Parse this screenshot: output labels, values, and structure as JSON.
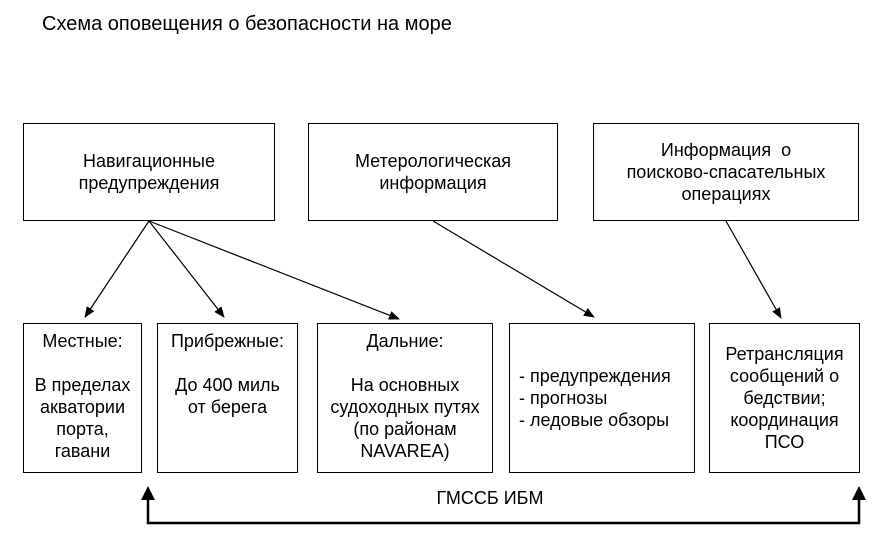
{
  "title": "Схема оповещения о безопасности на море",
  "diagram": {
    "top_boxes": [
      {
        "id": "navigation-warnings",
        "text": "Навигационные\nпредупреждения"
      },
      {
        "id": "meteo-information",
        "text": "Метерологическая\nинформация"
      },
      {
        "id": "sar-information",
        "text": "Информация  о\nпоисково-спасательных\nоперациях"
      }
    ],
    "bottom_boxes": [
      {
        "id": "local",
        "text": "Местные:\n\nВ пределах\nакватории\nпорта,\nгавани"
      },
      {
        "id": "coastal",
        "text": "Прибрежные:\n\nДо 400 миль\nот берега"
      },
      {
        "id": "distant",
        "text": "Дальние:\n\nНа основных\nсудоходных путях\n(по районам\nNAVAREA)"
      },
      {
        "id": "meteo-products",
        "text": "- предупреждения\n- прогнозы\n- ледовые обзоры"
      },
      {
        "id": "distress-relay",
        "text": "Ретрансляция\nсообщений о\nбедствии;\nкоординация\nПСО"
      }
    ],
    "footer": {
      "label": "ГМССБ ИБМ"
    }
  },
  "colors": {
    "line": "#000000",
    "background": "#ffffff",
    "text": "#000000"
  }
}
